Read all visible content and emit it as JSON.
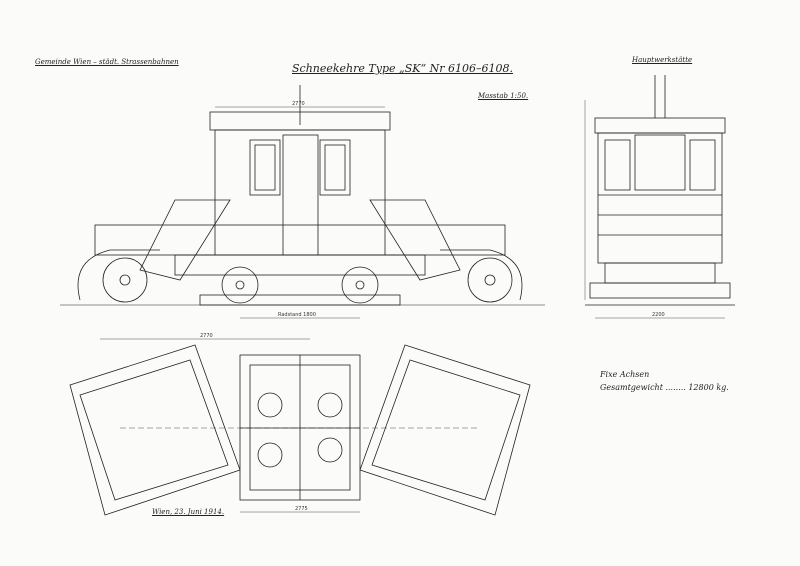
{
  "header": {
    "company": "Gemeinde Wien – städt. Strassenbahnen",
    "title": "Schneekehre Type „SK“ Nr 6106–6108.",
    "scale": "Masstab 1:50.",
    "workshop": "Hauptwerkstätte"
  },
  "specs": {
    "axles": "Fixe Achsen",
    "weight": "Gesamtgewicht ........ 12800 kg."
  },
  "footer": {
    "date": "Wien, 23. Juni 1914."
  },
  "dimensions": {
    "top_width": "2770",
    "wheelbase": "Radstand 1800",
    "plan_length": "2770",
    "plan_bottom": "2775",
    "end_width": "2200"
  }
}
